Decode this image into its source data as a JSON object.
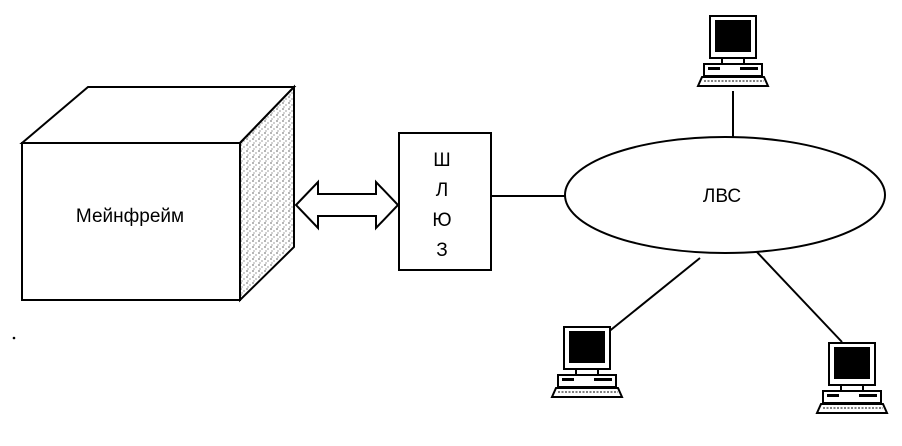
{
  "mainframe": {
    "label": "Мейнфрейм"
  },
  "gateway": {
    "letters": [
      "Ш",
      "Л",
      "Ю",
      "З"
    ]
  },
  "lan": {
    "label": "ЛВС"
  },
  "workstations": [
    {
      "icon": "computer-icon"
    },
    {
      "icon": "computer-icon"
    },
    {
      "icon": "computer-icon"
    }
  ],
  "colors": {
    "stroke": "#000000",
    "background": "#ffffff",
    "screen": "#000000"
  }
}
